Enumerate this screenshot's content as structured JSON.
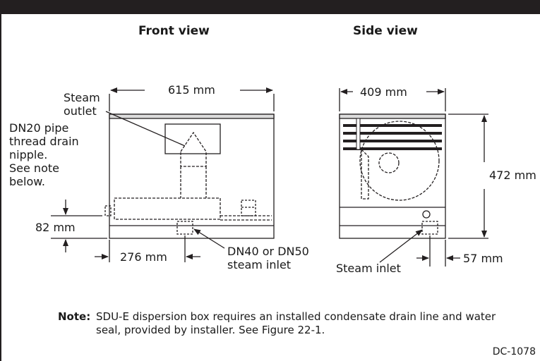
{
  "views": {
    "front": "Front view",
    "side": "Side view"
  },
  "front": {
    "width_dim": "615 mm",
    "outlet_label": [
      "Steam",
      "outlet"
    ],
    "drain_label": [
      "DN20 pipe",
      "thread drain",
      "nipple.",
      "See note",
      "below."
    ],
    "height_dim": "82 mm",
    "offset_dim": "276 mm",
    "inlet_label": [
      "DN40 or DN50",
      "steam inlet"
    ]
  },
  "side": {
    "width_dim": "409 mm",
    "height_dim": "472 mm",
    "offset_dim": "57 mm",
    "inlet_label": "Steam inlet"
  },
  "note": {
    "heading": "Note:",
    "body": "SDU-E dispersion box requires an installed condensate drain line and water seal, provided by installer. See Figure 22-1."
  },
  "figure_code": "DC-1078",
  "colors": {
    "line": "#231f20",
    "bar": "#231f20"
  }
}
